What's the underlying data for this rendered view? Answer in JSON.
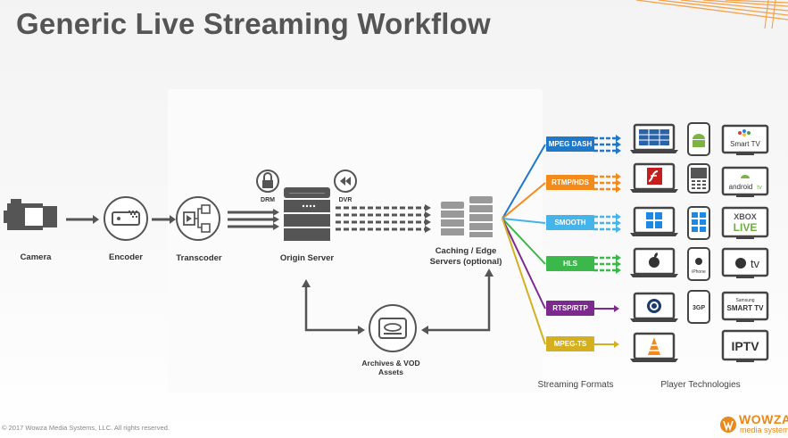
{
  "slide": {
    "title": "Generic Live Streaming Workflow",
    "footer": "© 2017 Wowza Media Systems, LLC. All rights reserved."
  },
  "logo": {
    "word": "WOWZA",
    "sub": "media systems"
  },
  "pipeline": {
    "camera": "Camera",
    "encoder": "Encoder",
    "transcoder": "Transcoder",
    "origin": "Origin Server",
    "drm": "DRM",
    "dvr": "DVR",
    "caching_line1": "Caching / Edge",
    "caching_line2": "Servers (optional)",
    "archives_line1": "Archives & VOD",
    "archives_line2": "Assets"
  },
  "formats": [
    {
      "label": "MPEG DASH",
      "color": "#1f78c8"
    },
    {
      "label": "RTMP/HDS",
      "color": "#f28a1c"
    },
    {
      "label": "SMOOTH",
      "color": "#45b4ea"
    },
    {
      "label": "HLS",
      "color": "#3ab84a"
    },
    {
      "label": "RTSP/RTP",
      "color": "#7d2a8f"
    },
    {
      "label": "MPEG-TS",
      "color": "#d4b020"
    }
  ],
  "columns": {
    "formats": "Streaming Formats",
    "players": "Player Technologies"
  },
  "devices": {
    "smart_tv": "Smart TV",
    "android": "android",
    "android_tv": "tv",
    "xbox_1": "XBOX",
    "xbox_2": "LIVE",
    "iphone": "iPhone",
    "apple_tv": "tv",
    "samsung_1": "Samsung",
    "samsung_2": "SMART TV",
    "iptv": "IPTV",
    "bb_brand": "3GP"
  },
  "icons": {
    "camera": "video-camera-icon",
    "encoder": "encoder-icon",
    "transcoder": "transcoder-icon",
    "origin": "server-rack-icon",
    "drm": "lock-icon",
    "dvr": "rewind-icon",
    "caching": "edge-server-icon",
    "archives": "hard-drive-icon"
  }
}
